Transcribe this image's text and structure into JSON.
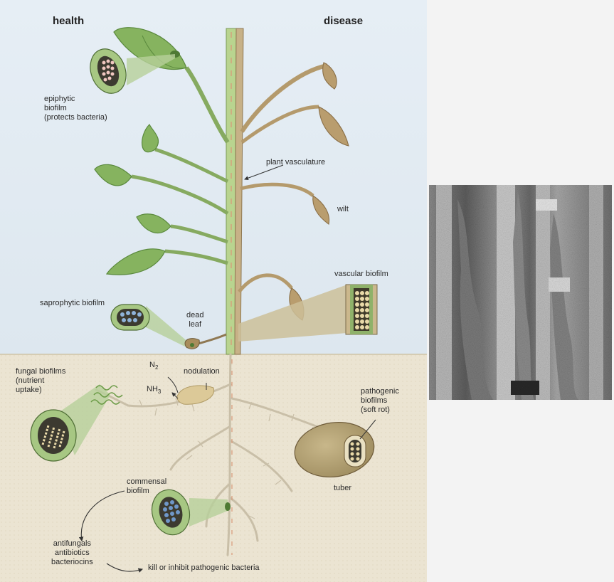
{
  "headers": {
    "health": "health",
    "disease": "disease"
  },
  "labels": {
    "epiphytic": "epiphytic\nbiofilm\n(protects bacteria)",
    "vasculature": "plant vasculature",
    "wilt": "wilt",
    "vascular_biofilm": "vascular  biofilm",
    "saprophytic": "saprophytic biofilm",
    "dead_leaf": "dead\nleaf",
    "n2": "N",
    "n2_sub": "2",
    "nodulation": "nodulation",
    "nh3": "NH",
    "nh3_sub": "3",
    "fungal": "fungal biofilms\n(nutrient\nuptake)",
    "pathogenic": "pathogenic\nbiofilms\n(soft rot)",
    "tuber": "tuber",
    "commensal": "commensal\nbiofilm",
    "antifungals": "antifungals\nantibiotics\nbacteriocins",
    "kill": "kill or inhibit pathogenic bacteria"
  },
  "colors": {
    "sky": "#dfe8f0",
    "soil": "#e9e2cf",
    "leaf": "#7fae5c",
    "stem": "#a8c97d",
    "diseased": "#b8a078",
    "root": "#d7cdb8"
  }
}
